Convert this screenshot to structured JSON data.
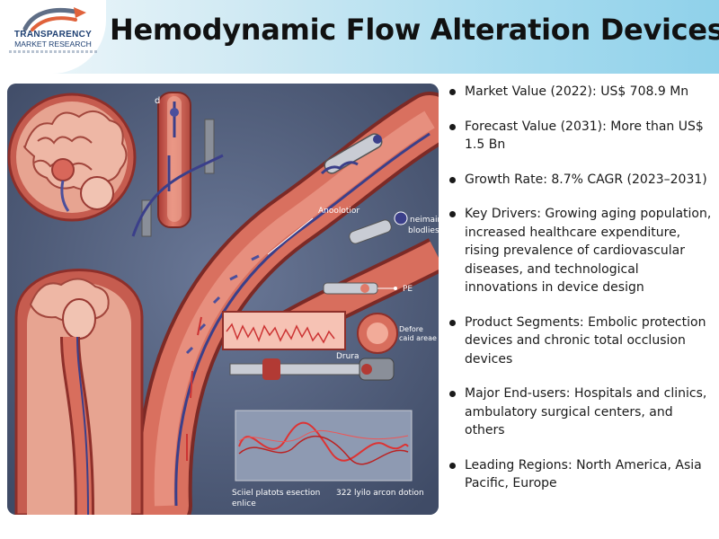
{
  "logo": {
    "line1": "TRANSPARENCY",
    "line2": "MARKET RESEARCH"
  },
  "title": "Hemodynamic Flow Alteration Devices",
  "illustration": {
    "label_d": "d",
    "label_anoolotior": "Anoolotior",
    "label_neimair": "neimair",
    "label_blodlies": "blodlies",
    "label_pe": "PE",
    "label_defore": "Defore",
    "label_caid_areae": "caid areae",
    "label_drura": "Drura",
    "caption_left_1": "Sciiel platots esection",
    "caption_left_2": "enlice",
    "caption_right": "322 lyilo arcon dotion"
  },
  "bullets": [
    {
      "text": "Market Value (2022): US$ 708.9 Mn"
    },
    {
      "text": "Forecast Value (2031): More than US$ 1.5 Bn"
    },
    {
      "text": "Growth Rate: 8.7% CAGR (2023–2031)"
    },
    {
      "text": "Key Drivers: Growing aging population, increased healthcare expenditure, rising prevalence of cardiovascular diseases, and technological innovations in device design"
    },
    {
      "text": "Product Segments: Embolic protection devices and chronic total occlusion devices"
    },
    {
      "text": "Major End-users: Hospitals and clinics, ambulatory surgical centers, and others"
    },
    {
      "text": "Leading Regions: North America, Asia Pacific, Europe"
    }
  ]
}
